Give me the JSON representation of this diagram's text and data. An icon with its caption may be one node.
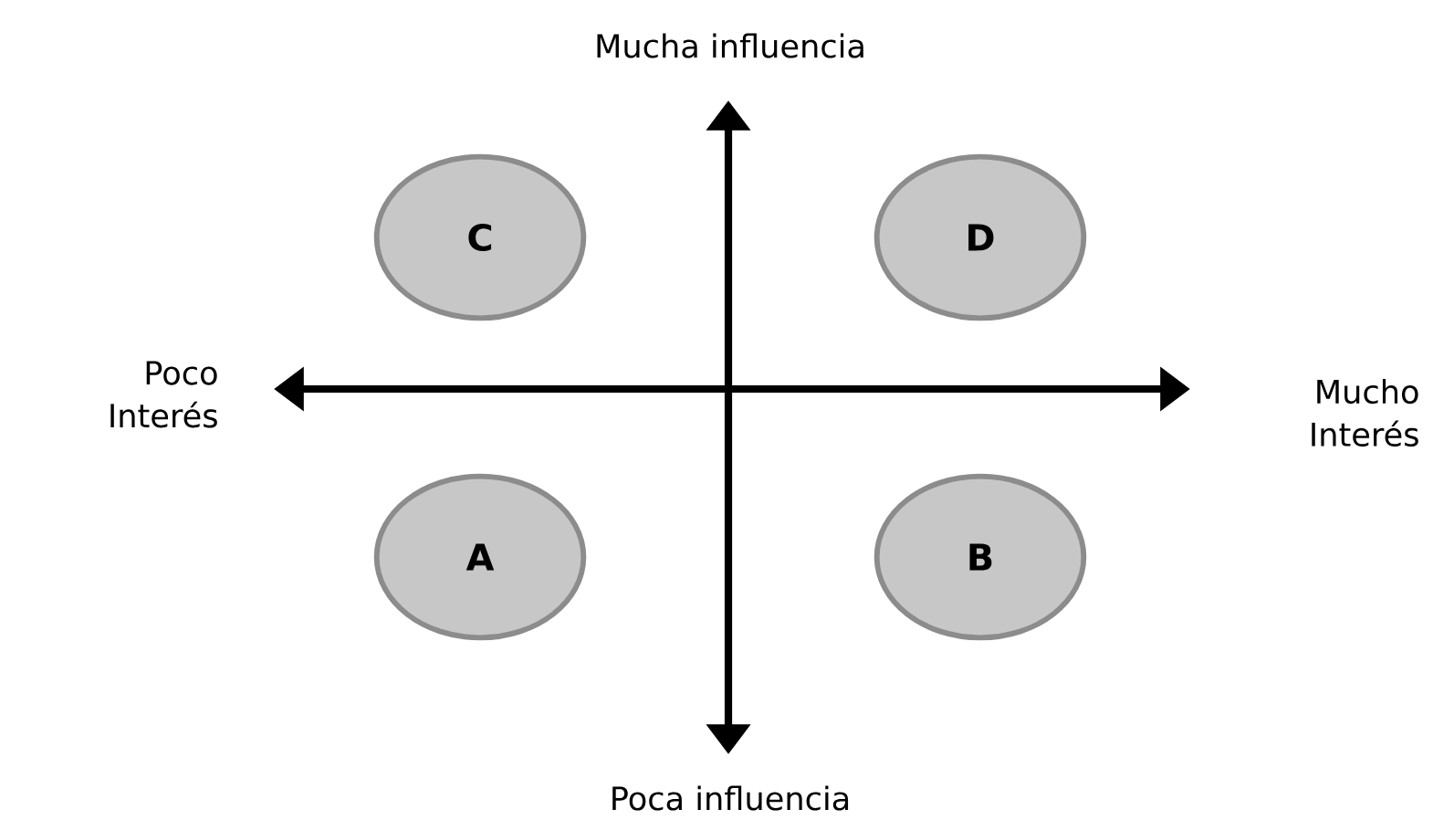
{
  "diagram": {
    "nodes": [
      {
        "text": [
          "C"
        ]
      },
      {
        "text": [
          "D"
        ]
      },
      {
        "text": [
          "A"
        ]
      },
      {
        "text": [
          "B"
        ]
      }
    ],
    "labels": [
      "Mucha influencia",
      "Poco Interés",
      "Mucho Interés",
      "Poca influencia"
    ]
  }
}
